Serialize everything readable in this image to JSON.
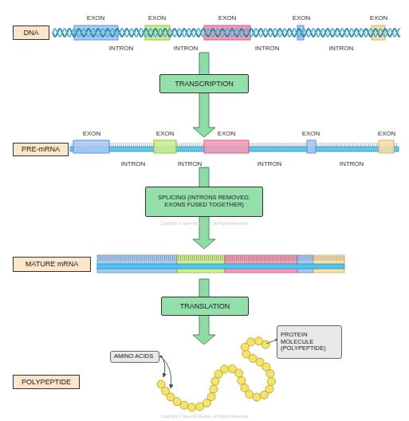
{
  "diagram": {
    "nodes": [
      {
        "text": [
          "DNA"
        ]
      },
      {
        "text": [
          "TRANSCRIPTION"
        ]
      },
      {
        "text": [
          "PRE-mRNA"
        ]
      },
      {
        "text": [
          "SPLICING (INTRONS REMOVED, EXONS FUSED TOGETHER)"
        ]
      },
      {
        "text": [
          "MATURE mRNA"
        ]
      },
      {
        "text": [
          "TRANSLATION"
        ]
      },
      {
        "text": [
          "PROTEIN MOLECULE (POLYPEPTIDE)"
        ]
      },
      {
        "text": [
          "AMINO ACIDS"
        ]
      },
      {
        "text": [
          "POLYPEPTIDE"
        ]
      }
    ],
    "labels": [
      "EXON",
      "EXON",
      "EXON",
      "EXON",
      "EXON",
      "INTRON",
      "INTRON",
      "INTRON",
      "INTRON",
      "EXON",
      "EXON",
      "EXON",
      "EXON",
      "EXON",
      "INTRON",
      "INTRON",
      "INTRON",
      "INTRON",
      "Copyright © Save My Exams. All Rights Reserved",
      "Copyright © Save My Exams. All Rights Reserved"
    ]
  }
}
